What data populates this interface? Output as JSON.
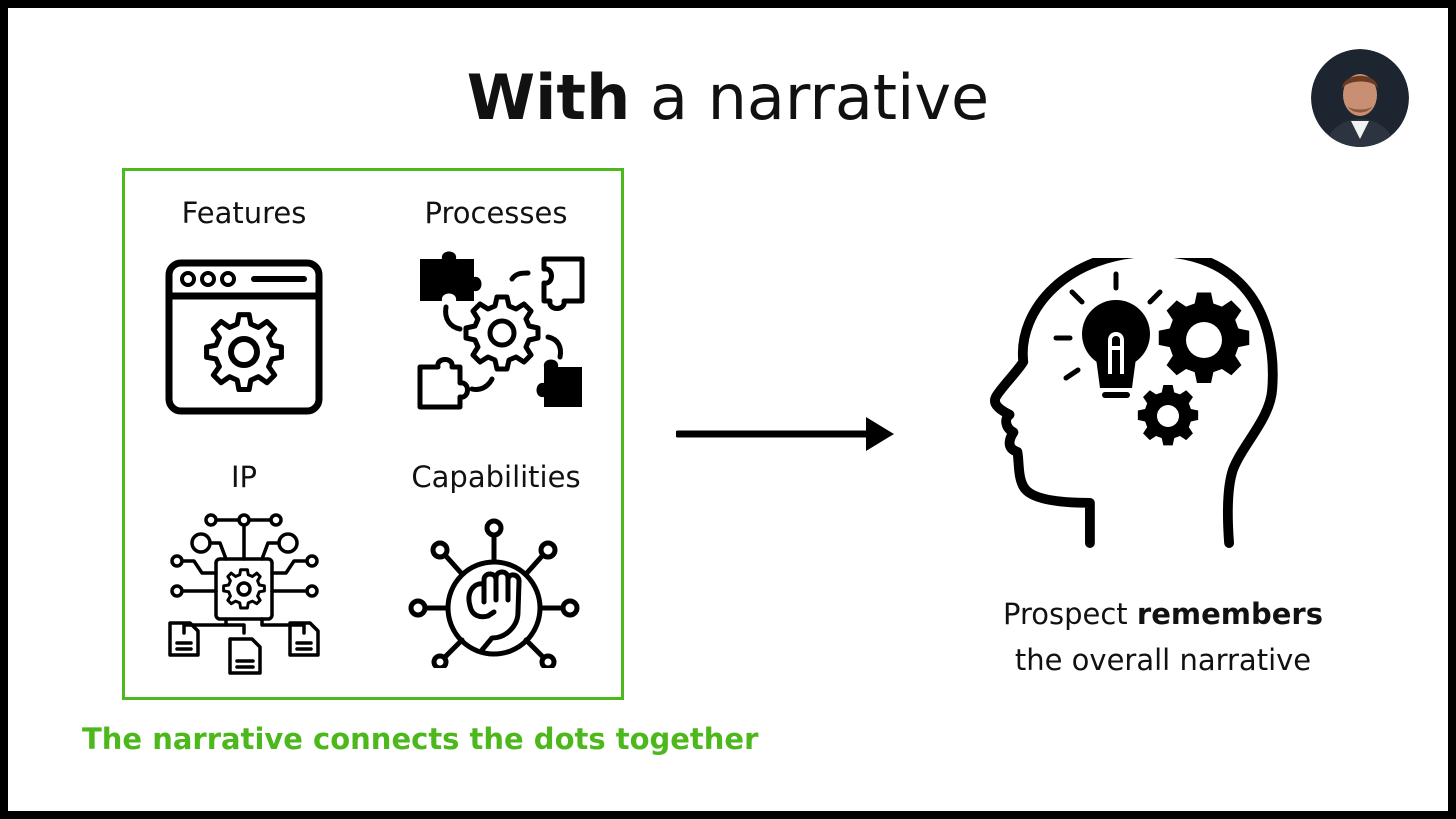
{
  "title": {
    "bold": "With",
    "rest": "a narrative"
  },
  "box": {
    "items": [
      {
        "label": "Features",
        "icon": "browser-gear-icon"
      },
      {
        "label": "Processes",
        "icon": "puzzle-gear-icon"
      },
      {
        "label": "IP",
        "icon": "circuit-documents-icon"
      },
      {
        "label": "Capabilities",
        "icon": "fist-network-icon"
      }
    ],
    "caption": "The narrative connects the dots together"
  },
  "right": {
    "icon": "head-lightbulb-gears-icon",
    "line1_prefix": "Prospect ",
    "line1_bold": "remembers",
    "line2": "the overall narrative"
  },
  "colors": {
    "accent_green": "#4cb81c",
    "frame": "#000000",
    "ink": "#111111"
  }
}
